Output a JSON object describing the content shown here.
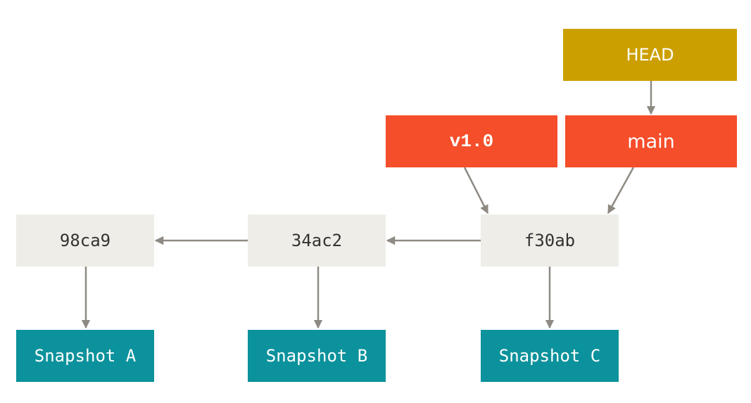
{
  "refs": {
    "head": "HEAD",
    "branch": "main",
    "tag": "v1.0"
  },
  "commits": [
    {
      "hash": "98ca9",
      "snapshot": "Snapshot A"
    },
    {
      "hash": "34ac2",
      "snapshot": "Snapshot B"
    },
    {
      "hash": "f30ab",
      "snapshot": "Snapshot C"
    }
  ],
  "colors": {
    "commit_bg": "#efede7",
    "snapshot_bg": "#0c929c",
    "ref_bg": "#f54e2a",
    "head_bg": "#cc9f00",
    "arrow": "#8e8a83"
  }
}
